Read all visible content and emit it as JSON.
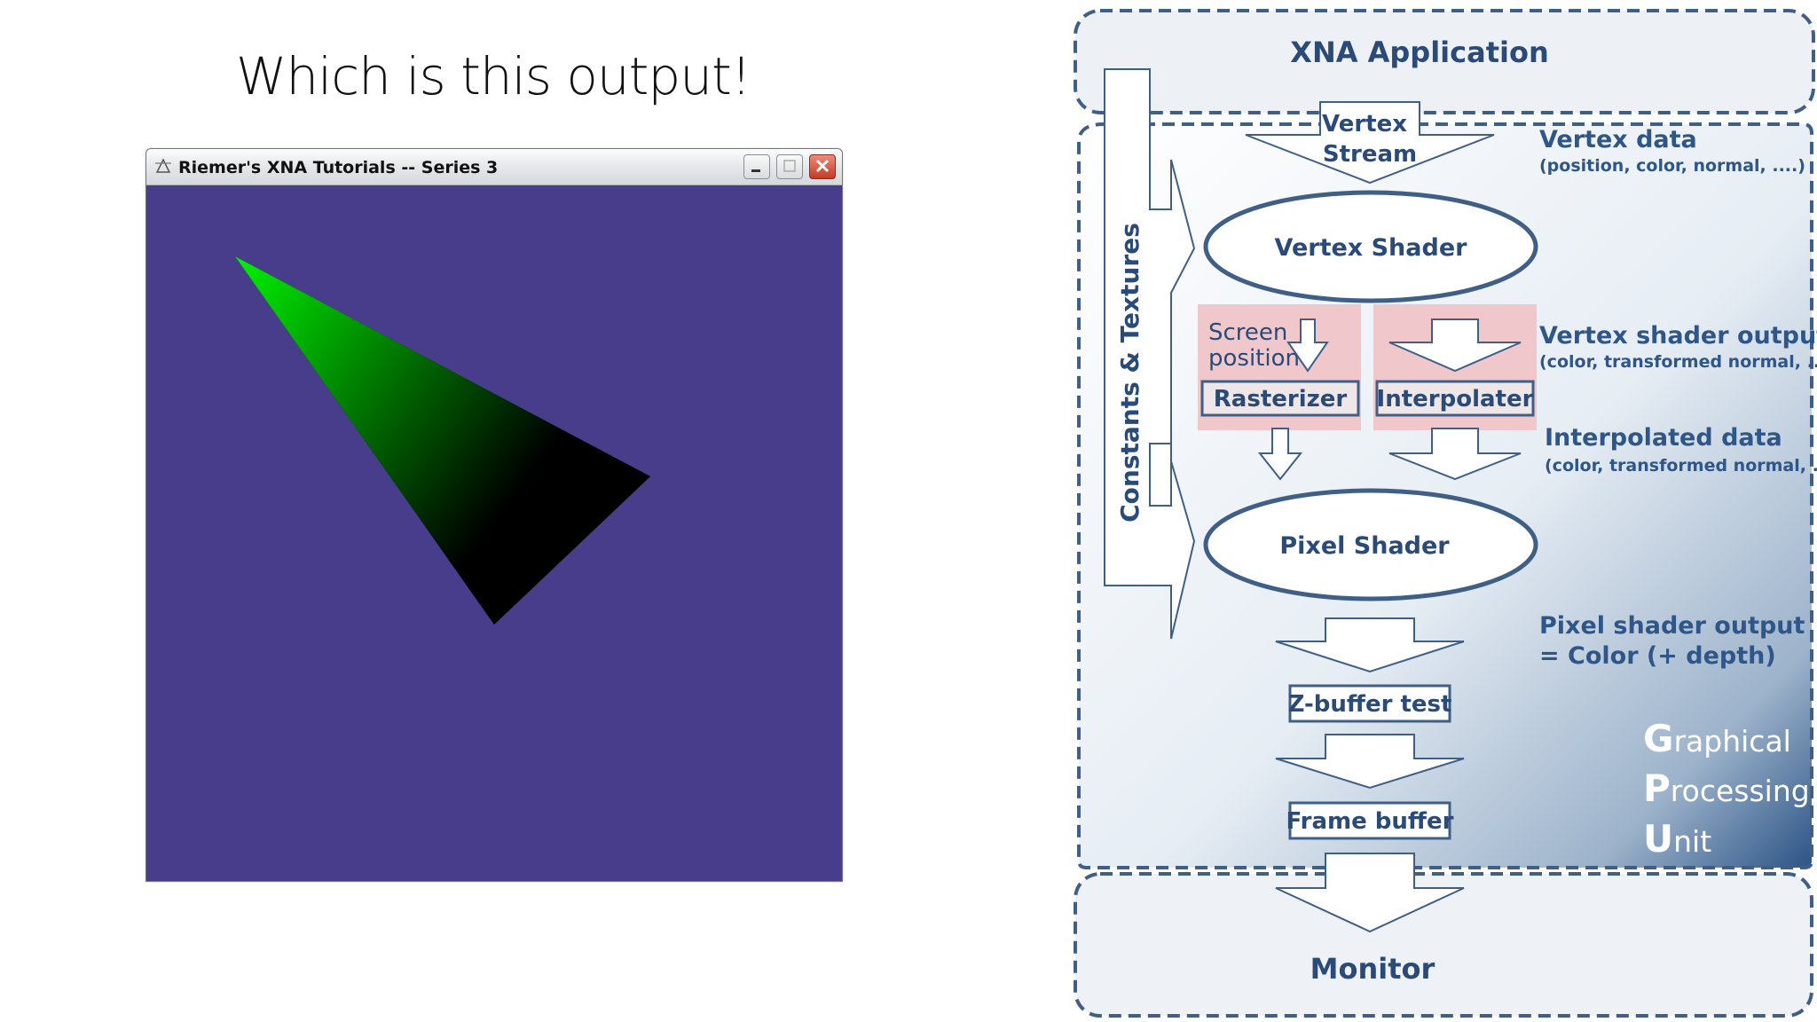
{
  "slide": {
    "title": "Which is this output!"
  },
  "window": {
    "title": "Riemer's XNA Tutorials -- Series 3",
    "icon": "app-logo-icon",
    "buttons": [
      "minimize-icon",
      "maximize-icon",
      "close-icon"
    ],
    "clear_color": "#483d8b",
    "triangle": {
      "vertex_colors": [
        "#00ff00",
        "#ff0000",
        "#0000ff"
      ]
    }
  },
  "diagram": {
    "xna_application": "XNA Application",
    "vertex_stream": [
      "Vertex",
      "Stream"
    ],
    "constants_textures": "Constants & Textures",
    "vertex_shader": "Vertex Shader",
    "screen_position": [
      "Screen",
      "position"
    ],
    "rasterizer": "Rasterizer",
    "interpolater": "Interpolater",
    "pixel_shader": "Pixel Shader",
    "z_buffer_test": "Z-buffer test",
    "frame_buffer": "Frame buffer",
    "monitor": "Monitor",
    "side_labels": {
      "vertex_data": "Vertex data",
      "vertex_data_sub": "(position, color, normal, ....)",
      "vertex_shader_output": "Vertex shader output",
      "vertex_shader_output_sub": "(color, transformed normal, ...)",
      "interpolated_data": "Interpolated data",
      "interpolated_data_sub": "(color, transformed normal, ...)",
      "pixel_shader_output": "Pixel shader output",
      "pixel_shader_output_sub": "= Color (+ depth)"
    },
    "gpu": {
      "letters": [
        "G",
        "P",
        "U"
      ],
      "rests": [
        "raphical",
        "rocessing",
        "nit"
      ]
    },
    "colors": {
      "accent": "#2f5688",
      "dash": "#3f5f86",
      "highlight": "#f0c8cc"
    }
  }
}
